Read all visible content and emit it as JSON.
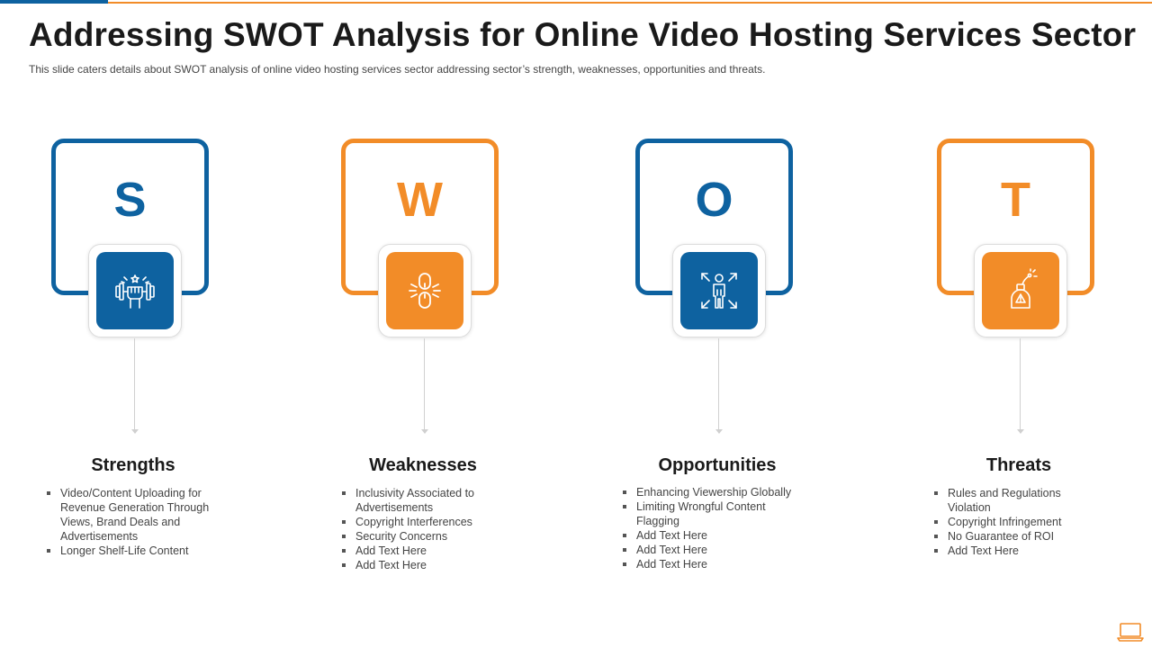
{
  "title": "Addressing SWOT Analysis for Online Video Hosting Services Sector",
  "subtitle": "This slide caters details about SWOT analysis of online video  hosting services sector addressing  sector’s strength, weaknesses, opportunities and threats.",
  "colors": {
    "blue": "#0e62a0",
    "orange": "#f28c28"
  },
  "cards": [
    {
      "letter": "S",
      "heading": "Strengths",
      "color": "#0e62a0",
      "icon": "strength-dumbbell-icon",
      "items": [
        "Video/Content Uploading for Revenue  Generation Through Views, Brand Deals and Advertisements",
        "Longer Shelf-Life Content"
      ]
    },
    {
      "letter": "W",
      "heading": "Weaknesses",
      "color": "#f28c28",
      "icon": "broken-chain-icon",
      "items": [
        "Inclusivity Associated to Advertisements",
        "Copyright Interferences",
        "Security Concerns",
        "Add Text Here",
        "Add Text Here"
      ]
    },
    {
      "letter": "O",
      "heading": "Opportunities",
      "color": "#0e62a0",
      "icon": "person-expand-arrows-icon",
      "items": [
        "Enhancing Viewership Globally",
        "Limiting Wrongful Content Flagging",
        "Add Text Here",
        "Add Text Here",
        "Add Text Here"
      ]
    },
    {
      "letter": "T",
      "heading": "Threats",
      "color": "#f28c28",
      "icon": "bomb-warning-icon",
      "items": [
        "Rules and Regulations Violation",
        "Copyright Infringement",
        "No Guarantee  of ROI",
        "Add Text Here"
      ]
    }
  ]
}
